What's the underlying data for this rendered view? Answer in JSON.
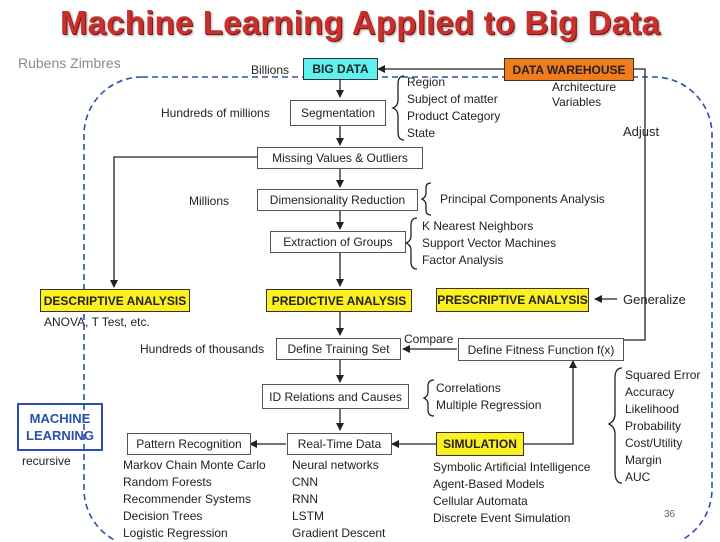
{
  "title": "Machine Learning Applied to Big Data",
  "author": "Rubens Zimbres",
  "page_number": "36",
  "nodes": {
    "big_data": "BIG DATA",
    "data_warehouse": "DATA WAREHOUSE",
    "segmentation": "Segmentation",
    "missing_values": "Missing Values & Outliers",
    "dimensionality": "Dimensionality Reduction",
    "extraction": "Extraction of Groups",
    "descriptive": "DESCRIPTIVE ANALYSIS",
    "predictive": "PREDICTIVE ANALYSIS",
    "prescriptive": "PRESCRIPTIVE ANALYSIS",
    "training_set": "Define Training Set",
    "fitness": "Define Fitness Function f(x)",
    "relations": "ID Relations and Causes",
    "pattern": "Pattern Recognition",
    "realtime": "Real-Time Data",
    "simulation": "SIMULATION",
    "machine_learning_line1": "MACHINE",
    "machine_learning_line2": "LEARNING"
  },
  "labels": {
    "billions": "Billions",
    "hundreds_millions": "Hundreds of millions",
    "millions": "Millions",
    "hundreds_thousands": "Hundreds of thousands",
    "compare": "Compare",
    "adjust": "Adjust",
    "generalize": "Generalize",
    "anova": "ANOVA, T Test, etc.",
    "recursive": "recursive"
  },
  "lists": {
    "segmentation_items": [
      "Region",
      "Subject of matter",
      "Product Category",
      "State"
    ],
    "warehouse_items": [
      "Architecture",
      "Variables"
    ],
    "dimensionality_items": [
      "Principal Components Analysis"
    ],
    "extraction_items": [
      "K Nearest Neighbors",
      "Support Vector Machines",
      "Factor Analysis"
    ],
    "relations_items": [
      "Correlations",
      "Multiple Regression"
    ],
    "fitness_items": [
      "Squared Error",
      "Accuracy",
      "Likelihood",
      "Probability",
      "Cost/Utility",
      "Margin",
      "AUC"
    ],
    "pattern_items": [
      "Markov Chain Monte Carlo",
      "Random Forests",
      "Recommender Systems",
      "Decision Trees",
      "Logistic Regression"
    ],
    "realtime_items": [
      "Neural networks",
      "CNN",
      "RNN",
      "LSTM",
      "Gradient Descent"
    ],
    "simulation_items": [
      "Symbolic Artificial Intelligence",
      "Agent-Based Models",
      "Cellular Automata",
      "Discrete Event Simulation"
    ]
  },
  "colors": {
    "title_red": "#c9302c",
    "yellow": "#fcf020",
    "cyan": "#5ff0f0",
    "orange": "#f07c1c",
    "ml_blue": "#2b4fb0"
  }
}
